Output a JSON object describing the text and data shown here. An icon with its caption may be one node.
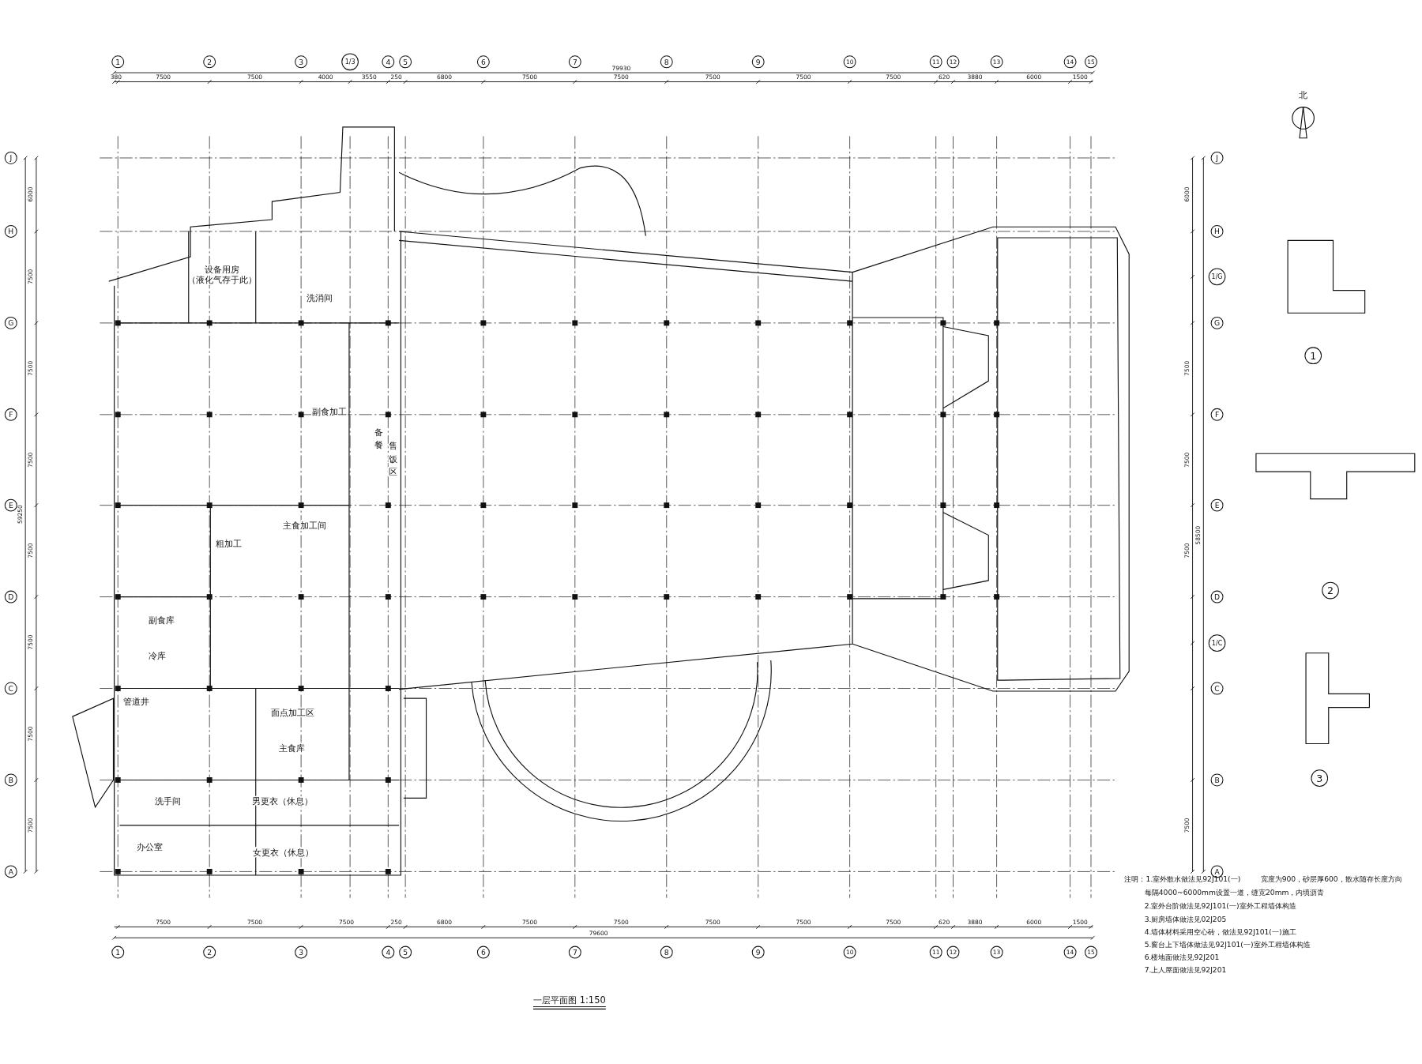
{
  "diagram": {
    "title": "一层平面图 1:150",
    "labels": [
      "1",
      "2",
      "3",
      "1/3",
      "4",
      "5",
      "6",
      "7",
      "8",
      "9",
      "10",
      "11",
      "12",
      "13",
      "14",
      "15",
      "380",
      "7500",
      "7500",
      "4000",
      "3550",
      "250",
      "6800",
      "7500",
      "7500",
      "7500",
      "7500",
      "7500",
      "620",
      "3880",
      "6000",
      "1500",
      "79930",
      "北",
      "J",
      "H",
      "G",
      "F",
      "E",
      "D",
      "C",
      "B",
      "A",
      "6000",
      "7500",
      "7500",
      "7500",
      "7500",
      "7500",
      "7500",
      "7500",
      "59250",
      "J",
      "H",
      "1/G",
      "G",
      "F",
      "E",
      "D",
      "1/C",
      "C",
      "B",
      "A",
      "6000",
      "7500",
      "7500",
      "7500",
      "7500",
      "58500",
      "设备用房（液化气存于此）",
      "洗消间",
      "副食加工",
      "备餐",
      "售饭区",
      "粗加工",
      "主食加工间",
      "副食库",
      "冷库",
      "管道井",
      "面点加工区",
      "主食库",
      "洗手间",
      "男更衣（休息）",
      "办公室",
      "女更衣（休息）",
      "7500",
      "7500",
      "7500",
      "250",
      "6800",
      "7500",
      "7500",
      "7500",
      "7500",
      "7500",
      "620",
      "3880",
      "6000",
      "1500",
      "79600",
      "1",
      "2",
      "3",
      "4",
      "5",
      "6",
      "7",
      "8",
      "9",
      "10",
      "11",
      "12",
      "13",
      "14",
      "15",
      "1",
      "2",
      "3",
      "注明：1.室外散水做法见92J101(一)",
      "宽度为900，砂层厚600，散水随存长度方向",
      "每隔4000~6000mm设置一道，缝宽20mm，内填沥青",
      "2.室外台阶做法见92J101(一)室外工程墙体构造",
      "3.厨房墙体做法见02J205",
      "4.墙体材料采用空心砖，做法见92J101(一)施工",
      "5.窗台上下墙体做法见92J101(一)室外工程墙体构造",
      "6.楼地面做法见92J201",
      "7.上人屋面做法见92J201"
    ]
  }
}
